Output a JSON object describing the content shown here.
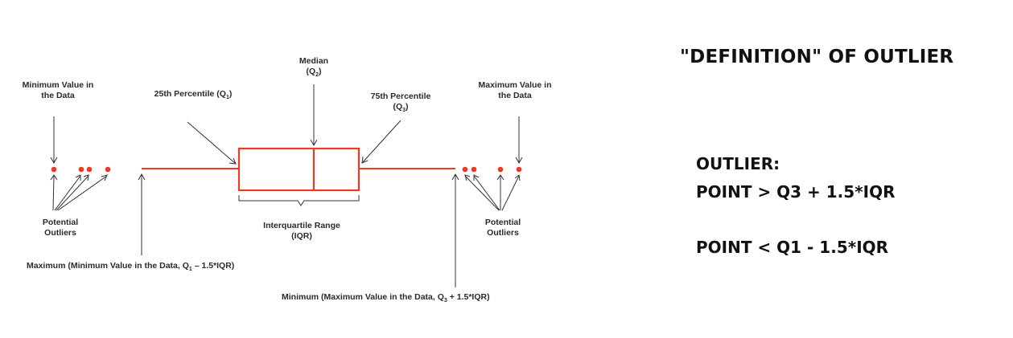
{
  "diagram": {
    "median": {
      "line1": "Median",
      "q": "Q",
      "sub": "2"
    },
    "min_value": {
      "line1": "Minimum Value in",
      "line2": "the Data"
    },
    "p25": {
      "text": "25th Percentile (Q",
      "sub": "1",
      "close": ")"
    },
    "p75": {
      "line1": "75th Percentile",
      "q": "Q",
      "sub": "3"
    },
    "max_value": {
      "line1": "Maximum Value in",
      "line2": "the Data"
    },
    "potential_left": {
      "line1": "Potential",
      "line2": "Outliers"
    },
    "potential_right": {
      "line1": "Potential",
      "line2": "Outliers"
    },
    "iqr": {
      "line1": "Interquartile Range",
      "line2": "(IQR)"
    },
    "lower_whisker": {
      "pre": "Maximum (Minimum Value in the Data, Q",
      "sub": "1",
      "post": " – 1.5*IQR)"
    },
    "upper_whisker": {
      "pre": "Minimum (Maximum Value in the Data, Q",
      "sub": "3",
      "post": " + 1.5*IQR)"
    },
    "accent_color": "#ee3a23"
  },
  "panel": {
    "title": "\"DEFINITION\" OF OUTLIER",
    "outlier_heading": "OUTLIER:",
    "rule_upper": "POINT > Q3 + 1.5*IQR",
    "rule_lower": "POINT < Q1 - 1.5*IQR"
  }
}
